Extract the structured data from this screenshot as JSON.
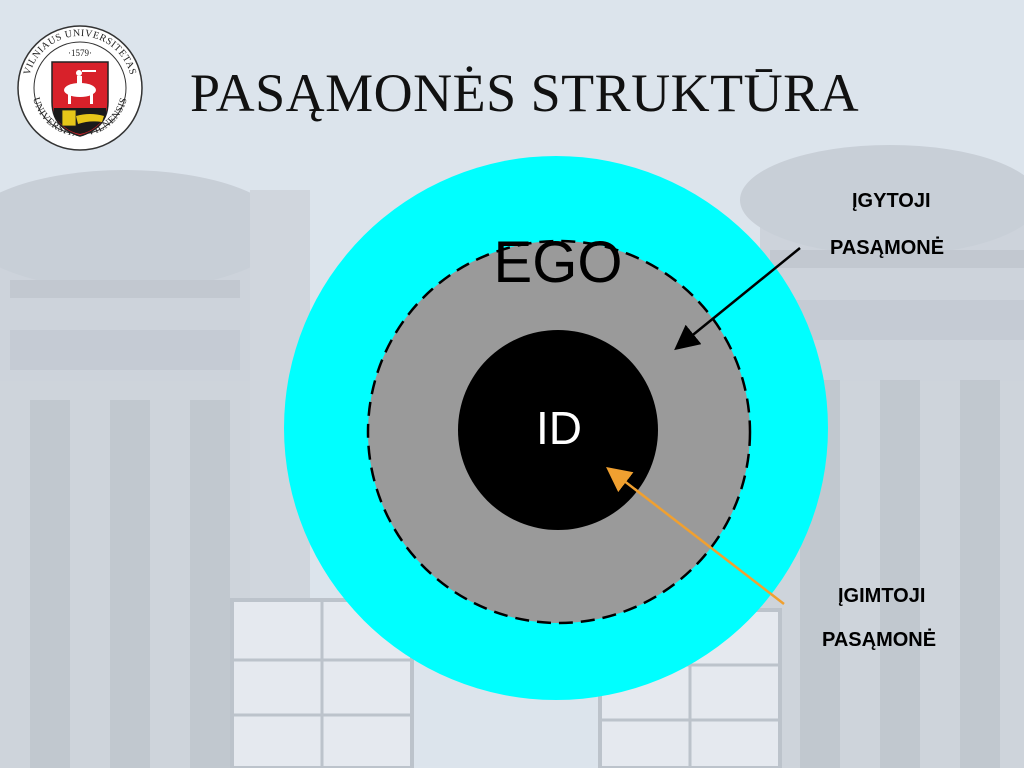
{
  "slide": {
    "title": "PASĄMONĖS STRUKTŪRA"
  },
  "logo": {
    "ring_text_top": "VILNIAUS UNIVERSITETAS",
    "ring_text_bottom": "UNIVERSITAS VILNENSIS",
    "year": "·1579·"
  },
  "diagram": {
    "outer_label": "EGO",
    "inner_label": "ID",
    "callout_acquired_line1": "ĮGYTOJI",
    "callout_acquired_line2": "PASĄMONĖ",
    "callout_innate_line1": "ĮGIMTOJI",
    "callout_innate_line2": "PASĄMONĖ"
  },
  "colors": {
    "outer_ring": "#00ffff",
    "middle_circle": "#9a9a9a",
    "inner_circle": "#000000",
    "arrow_acquired": "#000000",
    "arrow_innate": "#f0a030",
    "logo_red": "#d8212a",
    "logo_gold": "#e6c619"
  }
}
